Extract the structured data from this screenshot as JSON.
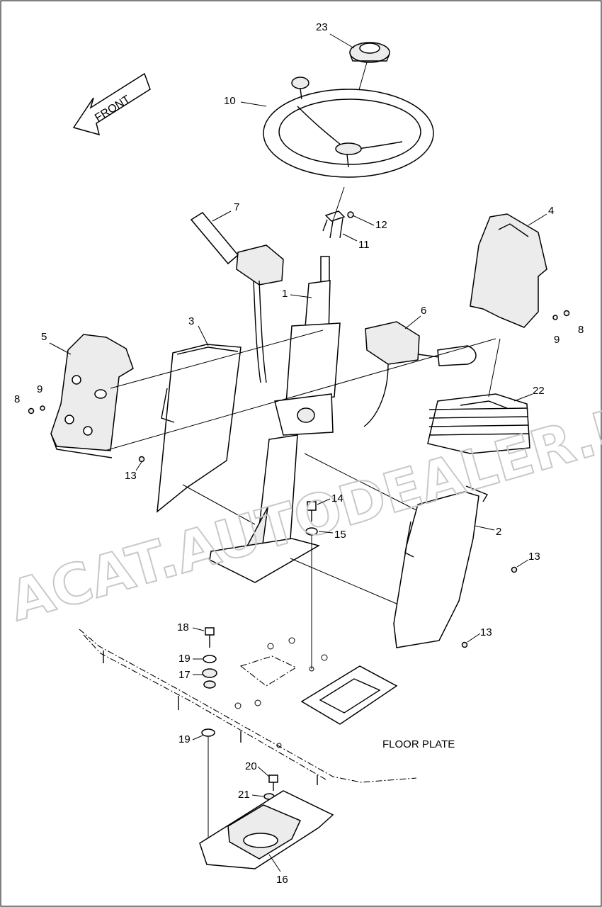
{
  "front_label": "FRONT",
  "floor_plate_label": "FLOOR PLATE",
  "watermark": "ACAT.AUTODEALER.RU",
  "callouts": {
    "c1": "1",
    "c2": "2",
    "c3": "3",
    "c4": "4",
    "c5": "5",
    "c6": "6",
    "c7": "7",
    "c8a": "8",
    "c8b": "8",
    "c9a": "9",
    "c9b": "9",
    "c10": "10",
    "c11": "11",
    "c12": "12",
    "c13a": "13",
    "c13b": "13",
    "c13c": "13",
    "c14": "14",
    "c15": "15",
    "c16": "16",
    "c17": "17",
    "c18": "18",
    "c19a": "19",
    "c19b": "19",
    "c20": "20",
    "c21": "21",
    "c22": "22",
    "c23": "23"
  }
}
